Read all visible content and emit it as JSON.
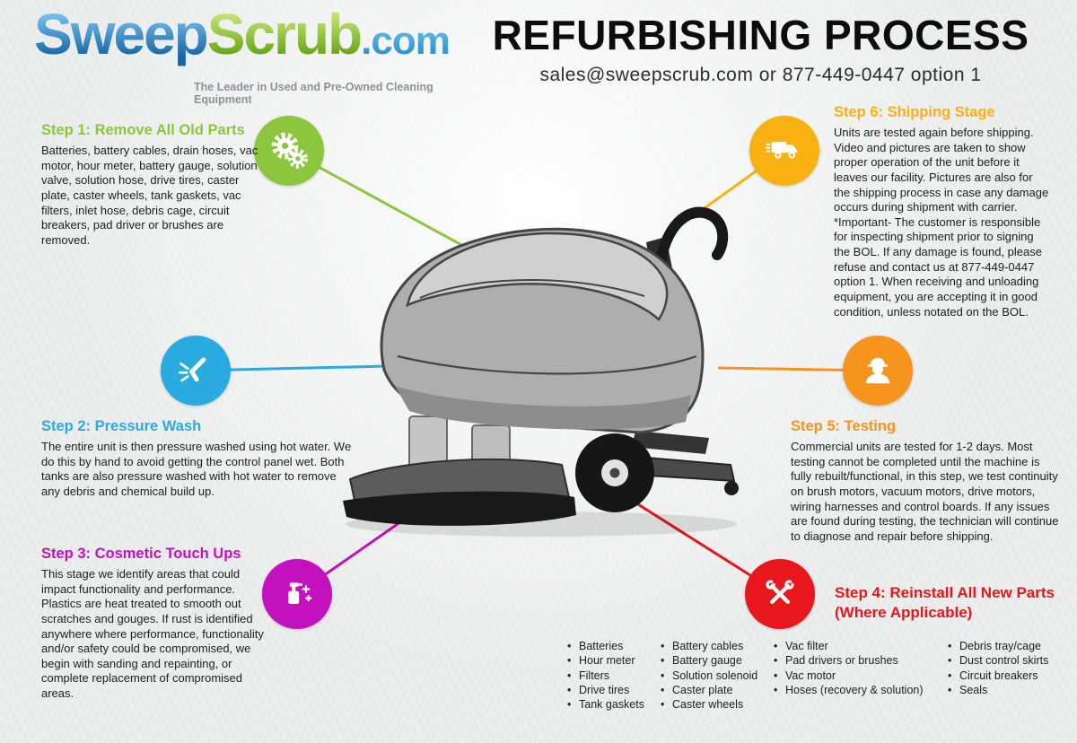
{
  "header": {
    "logo": {
      "sweep": "Sweep",
      "scrub": "Scrub",
      "com": ".com",
      "tagline": "The Leader in Used and Pre-Owned Cleaning Equipment"
    },
    "title": "REFURBISHING PROCESS",
    "subtitle": "sales@sweepscrub.com or 877-449-0447 option 1"
  },
  "steps": [
    {
      "id": 1,
      "color": "#8cc63e",
      "icon": "gears-icon",
      "title": "Step 1: Remove All Old Parts",
      "body": "Batteries, battery cables, drain hoses, vac motor, hour meter, battery gauge, solution valve, solution hose, drive tires, caster plate, caster wheels, tank gaskets, vac filters, inlet hose, debris cage, circuit breakers, pad driver or brushes are removed."
    },
    {
      "id": 2,
      "color": "#29abe2",
      "icon": "pressure-washer-icon",
      "title": "Step 2: Pressure Wash",
      "body": "The entire unit is then pressure washed using hot water. We do this by hand to avoid getting the control panel wet. Both tanks are also pressure washed with hot water to remove any debris and chemical build up."
    },
    {
      "id": 3,
      "color": "#c211bd",
      "icon": "spray-bottle-icon",
      "title": "Step 3: Cosmetic Touch Ups",
      "body": "This stage we identify areas that could impact functionality and performance. Plastics are heat treated to smooth out scratches and gouges. If rust is identified anywhere where performance, functionality and/or safety could be compromised, we begin with sanding and repainting, or complete replacement of compromised areas."
    },
    {
      "id": 4,
      "color": "#e8161d",
      "icon": "tools-icon",
      "title": "Step 4: Reinstall All New Parts",
      "title2": "(Where Applicable)",
      "columns": [
        [
          "Batteries",
          "Hour meter",
          "Filters",
          "Drive tires",
          "Tank gaskets"
        ],
        [
          "Battery cables",
          "Battery gauge",
          "Solution solenoid",
          "Caster plate",
          "Caster wheels"
        ],
        [
          "Vac filter",
          "Pad drivers or brushes",
          "Vac motor",
          "Hoses (recovery & solution)"
        ],
        [
          "Debris tray/cage",
          "Dust control skirts",
          "Circuit breakers",
          "Seals"
        ]
      ]
    },
    {
      "id": 5,
      "color": "#f7941e",
      "icon": "hard-hat-worker-icon",
      "title": "Step 5: Testing",
      "body": "Commercial units are tested for 1-2 days. Most testing cannot be completed until the machine is fully rebuilt/functional, in this step, we test continuity on brush motors, vacuum motors, drive motors, wiring harnesses and control boards. If any issues are found during testing, the technician will continue to diagnose and repair before shipping."
    },
    {
      "id": 6,
      "color": "#f9b011",
      "icon": "shipping-truck-icon",
      "title": "Step 6: Shipping Stage",
      "body": "Units are tested again before shipping. Video and pictures are taken to show proper operation of the unit before it leaves our facility. Pictures are also for the shipping process in case any damage occurs during shipment with carrier. *Important- The customer is responsible for inspecting shipment prior to signing the BOL. If any damage is found, please refuse and contact us at 877-449-0447 option 1. When receiving and unloading equipment, you are accepting it in good condition, unless notated on the BOL."
    }
  ]
}
